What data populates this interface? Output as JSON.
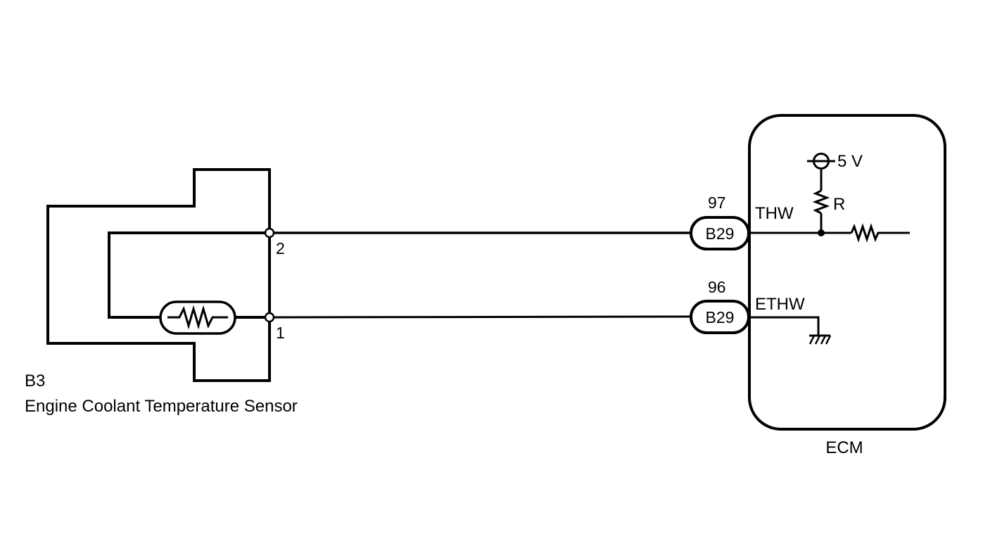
{
  "sensor": {
    "code": "B3",
    "name": "Engine Coolant Temperature Sensor",
    "pins": {
      "top": "2",
      "bottom": "1"
    }
  },
  "ecm": {
    "name": "ECM",
    "supply_label": "5 V",
    "resistor_label": "R",
    "thw": {
      "connector": "B29",
      "pin": "97",
      "signal": "THW"
    },
    "ethw": {
      "connector": "B29",
      "pin": "96",
      "signal": "ETHW"
    }
  },
  "colors": {
    "line": "#000000",
    "background": "#ffffff"
  }
}
